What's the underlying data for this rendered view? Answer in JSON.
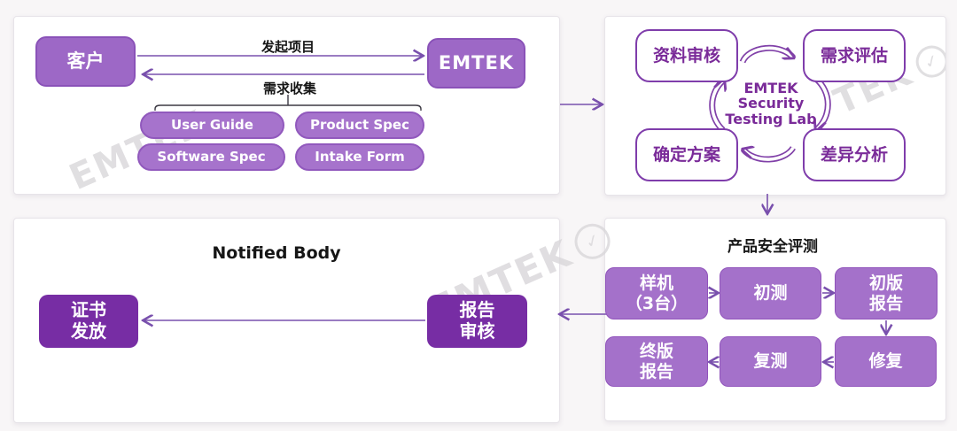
{
  "colors": {
    "purple_fill": "#9d68c6",
    "purple_pill": "#a673cc",
    "purple_medium": "#a471ca",
    "purple_dark": "#772da4",
    "purple_outline": "#7f3dab",
    "purple_text": "#7a2b99",
    "arrow": "#7950ad",
    "watermark_gray": "#d9d7da"
  },
  "watermark": {
    "brand": "EMTEK",
    "brand_short": "TEK",
    "check": "✓"
  },
  "intake_panel": {
    "customer": "客户",
    "emtek": "EMTEK",
    "initiate_label": "发起项目",
    "collect_label": "需求收集",
    "docs": [
      "User Guide",
      "Product Spec",
      "Software Spec",
      "Intake Form"
    ]
  },
  "lab_panel": {
    "boxes": [
      "资料审核",
      "需求评估",
      "确定方案",
      "差异分析"
    ],
    "center": [
      "EMTEK",
      "Security",
      "Testing Lab"
    ]
  },
  "notified_panel": {
    "title": "Notified Body",
    "certificate": [
      "证书",
      "发放"
    ],
    "report_review": [
      "报告",
      "审核"
    ]
  },
  "testing_panel": {
    "title": "产品安全评测",
    "sample": [
      "样机",
      "（3台）"
    ],
    "initial_test": "初测",
    "initial_report": [
      "初版",
      "报告"
    ],
    "final_report": [
      "终版",
      "报告"
    ],
    "retest": "复测",
    "fix": "修复"
  }
}
